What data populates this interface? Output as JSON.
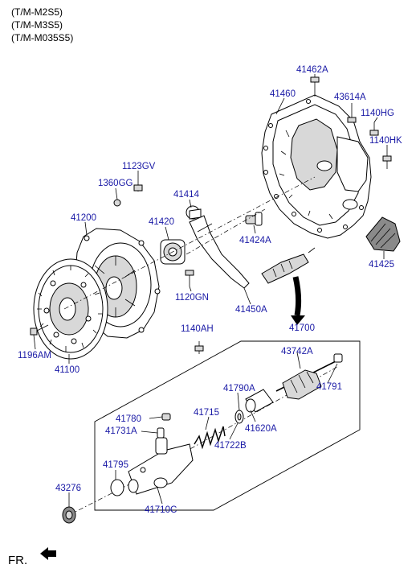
{
  "variants": [
    "(T/M-M2S5)",
    "(T/M-M3S5)",
    "(T/M-M035S5)"
  ],
  "direction_label": "FR.",
  "parts": {
    "p41462A": "41462A",
    "p41460": "41460",
    "p43614A": "43614A",
    "p1140HG": "1140HG",
    "p1140HK": "1140HK",
    "p1123GV": "1123GV",
    "p1360GG": "1360GG",
    "p41414": "41414",
    "p41200": "41200",
    "p41420": "41420",
    "p41424A": "41424A",
    "p41425": "41425",
    "p1120GN": "1120GN",
    "p41450A": "41450A",
    "p1140AH": "1140AH",
    "p41700": "41700",
    "p1196AM": "1196AM",
    "p41100": "41100",
    "p43742A": "43742A",
    "p41790A": "41790A",
    "p41791": "41791",
    "p41715": "41715",
    "p41780": "41780",
    "p41731A": "41731A",
    "p41620A": "41620A",
    "p41722B": "41722B",
    "p41795": "41795",
    "p43276": "43276",
    "p41710C": "41710C"
  }
}
